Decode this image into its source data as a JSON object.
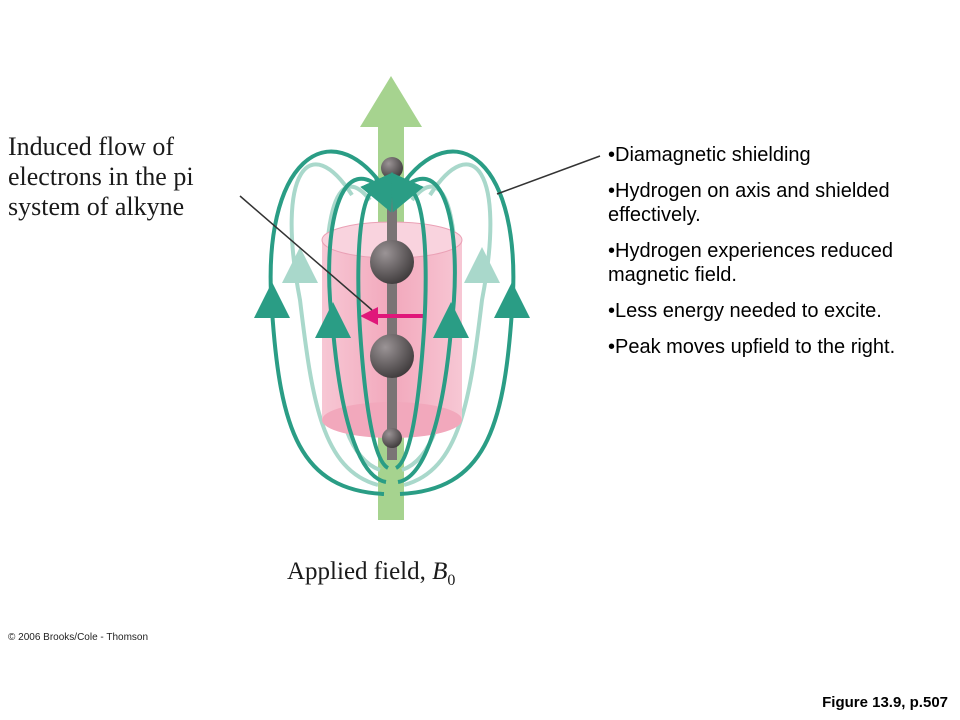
{
  "diagram": {
    "induced_label_lines": [
      "Induced flow of",
      "electrons in the pi",
      "system of alkyne"
    ],
    "applied_label": "Applied field,",
    "applied_symbol": "B",
    "applied_subscript": "0",
    "copyright": "© 2006 Brooks/Cole - Thomson",
    "colors": {
      "field_lines": "#2a9d85",
      "field_lines_light": "#a9d8cb",
      "applied_arrow": "#a6d38f",
      "cylinder": "#f4b6c6",
      "induced_arrow": "#e0177a",
      "atoms": "#5a5556"
    }
  },
  "bullets": [
    "•Diamagnetic shielding",
    "•Hydrogen on axis and shielded effectively.",
    "•Hydrogen experiences reduced magnetic field.",
    "•Less energy needed to excite.",
    "•Peak moves upfield to the right."
  ],
  "figure_caption": "Figure 13.9, p.507"
}
